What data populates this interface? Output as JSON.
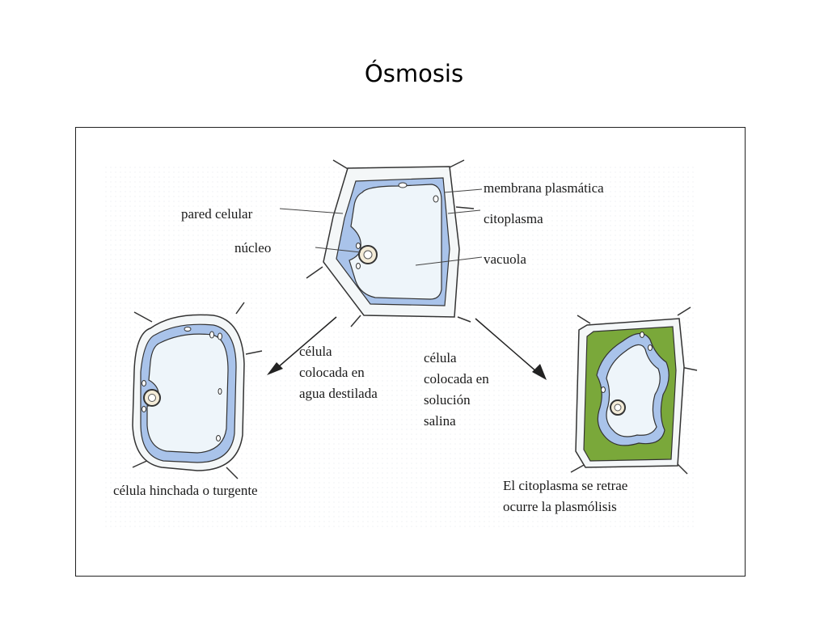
{
  "title": "Ósmosis",
  "diagram": {
    "labels": {
      "membrana_plasmatica": "membrana plasmática",
      "pared_celular": "pared celular",
      "citoplasma": "citoplasma",
      "nucleo": "núcleo",
      "vacuola": "vacuola",
      "agua_destilada_line1": "célula",
      "agua_destilada_line2": "colocada en",
      "agua_destilada_line3": "agua destilada",
      "solucion_salina_line1": "célula",
      "solucion_salina_line2": "colocada en",
      "solucion_salina_line3": "solución",
      "solucion_salina_line4": "salina",
      "turgente": "célula hinchada o turgente",
      "plasmolisis_line1": "El citoplasma se retrae",
      "plasmolisis_line2": "ocurre la plasmólisis"
    },
    "colors": {
      "cell_wall": "#f4f7f8",
      "cytoplasm": "#a9c3ea",
      "vacuole": "#eef5fa",
      "shrunk_space": "#7aa83a",
      "outline": "#333333"
    }
  }
}
